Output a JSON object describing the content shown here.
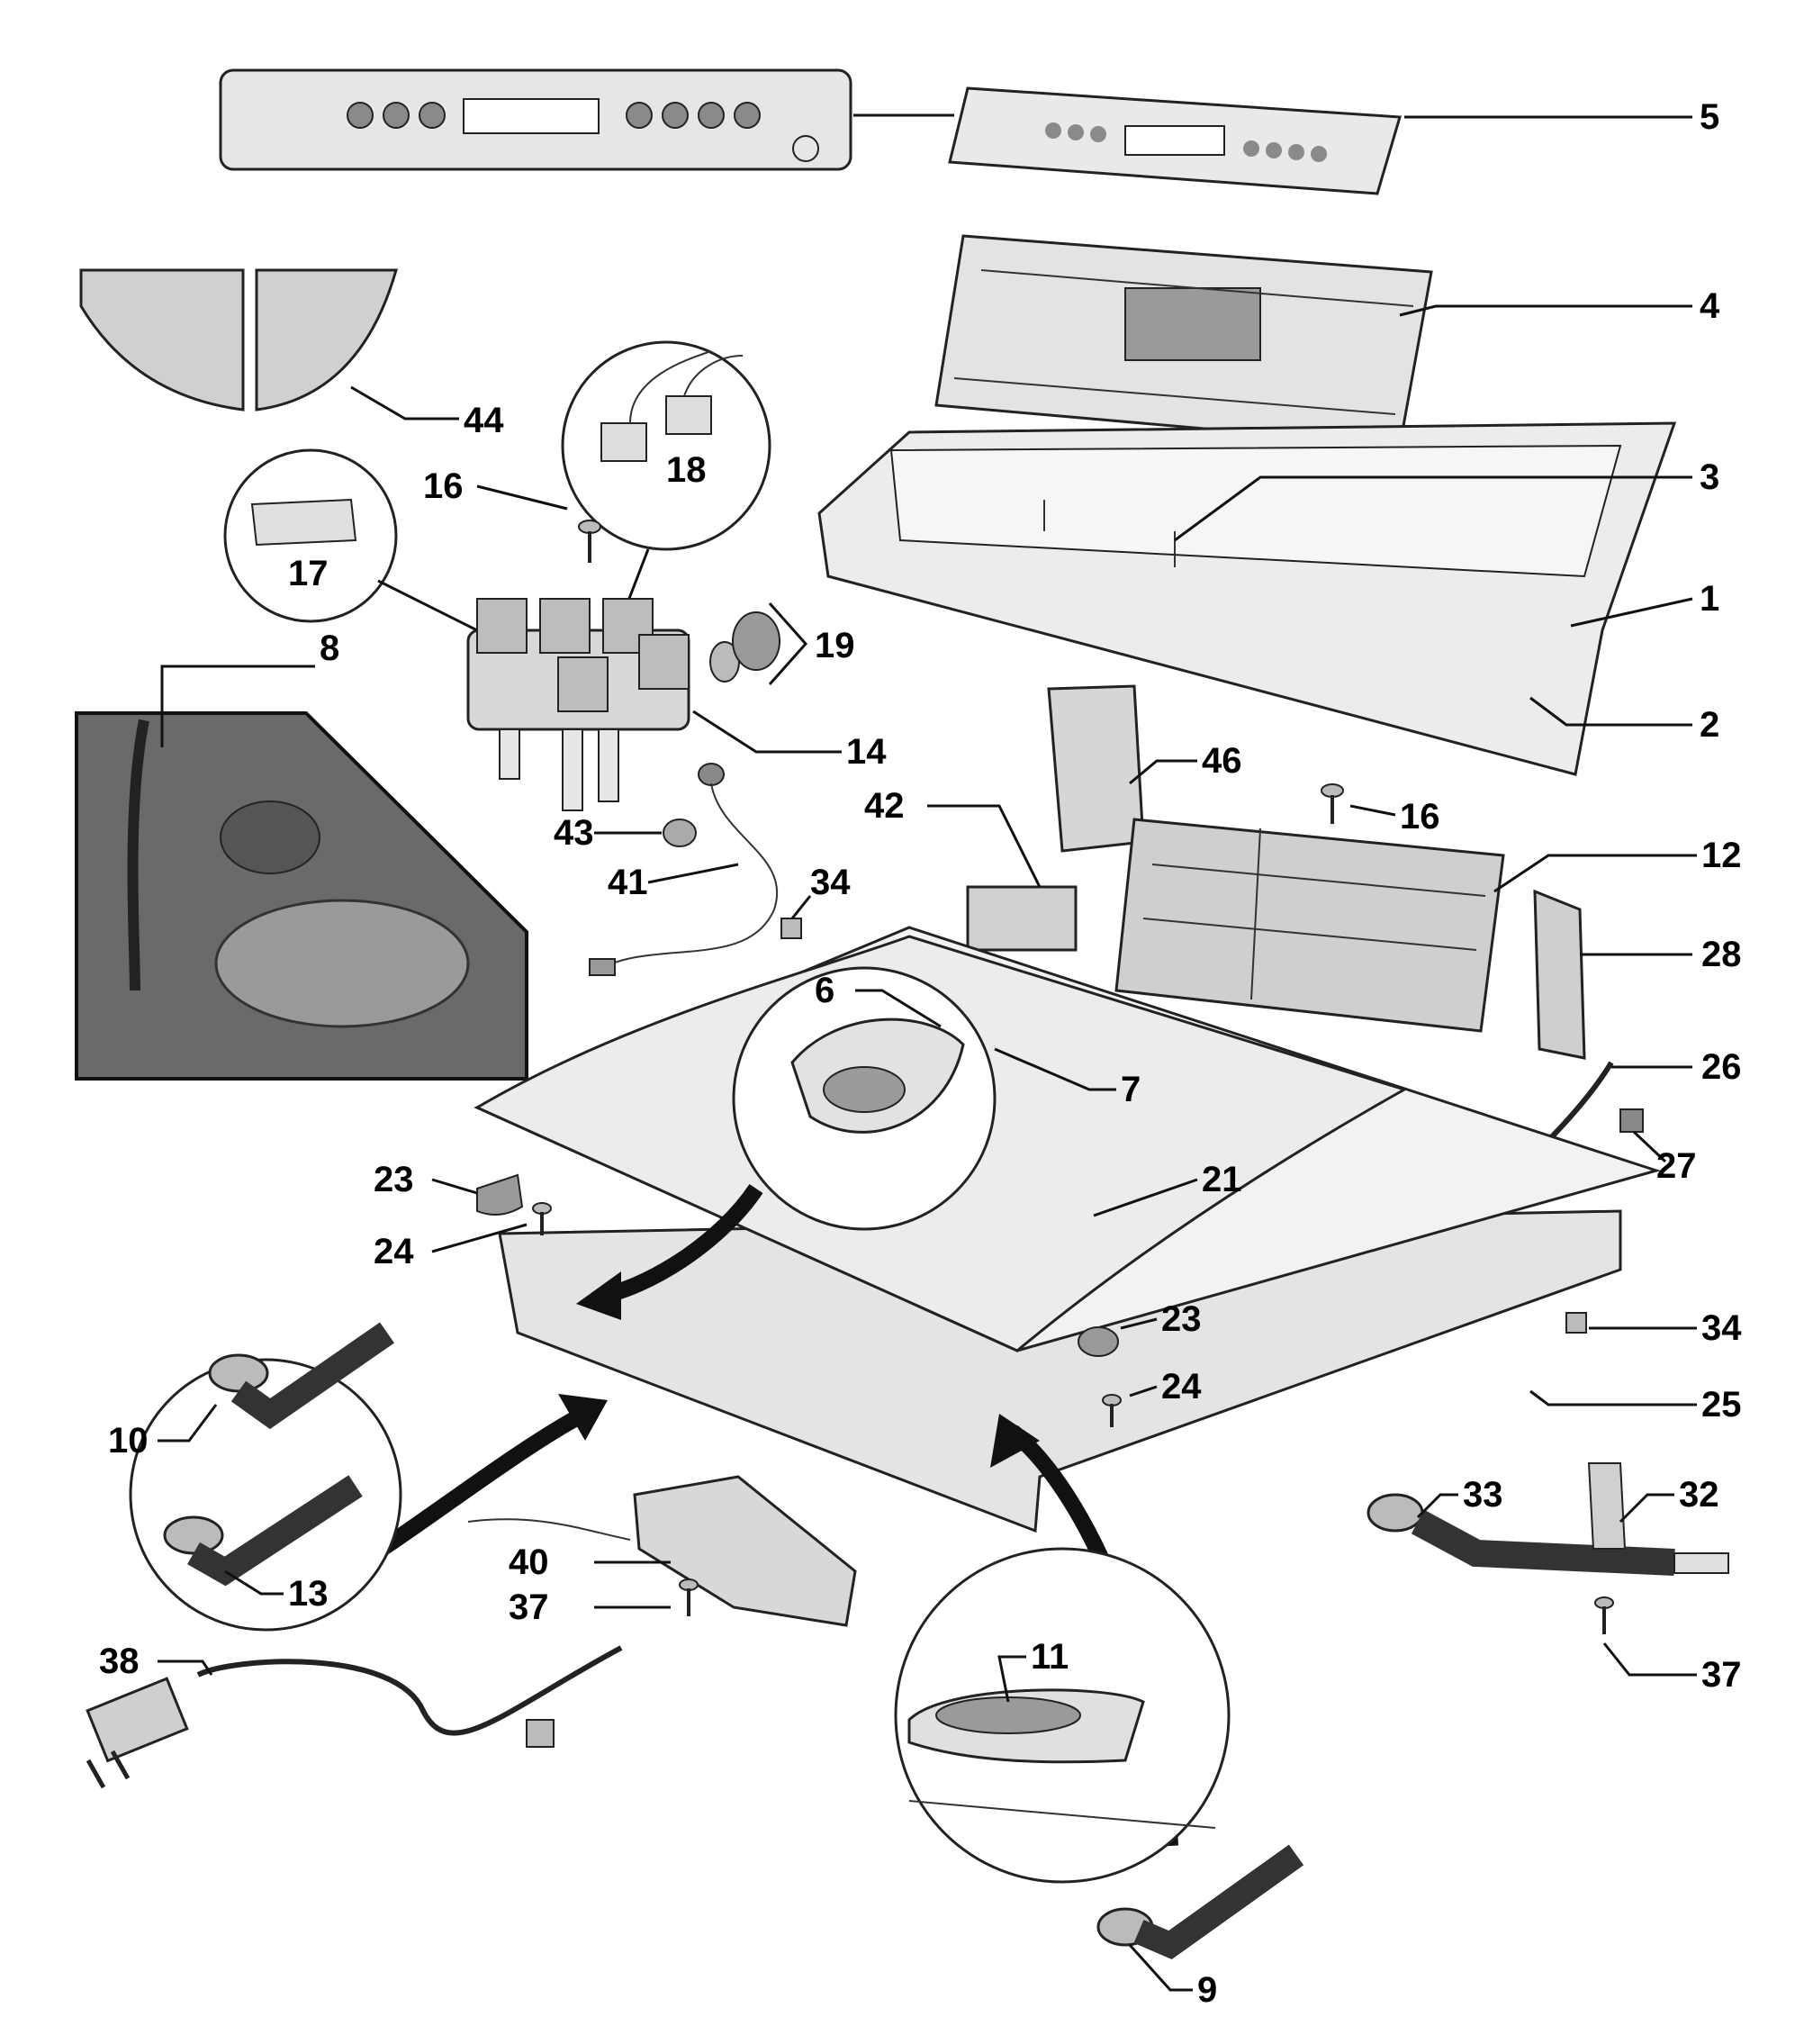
{
  "diagram": {
    "type": "exploded-parts-diagram",
    "colors": {
      "line": "#111111",
      "part_fill": "#e6e6e6",
      "part_dark": "#8a8a8a",
      "photo_bg": "#6a6a6a",
      "background": "#ffffff"
    },
    "callouts": [
      {
        "id": "lbl-1",
        "text": "1"
      },
      {
        "id": "lbl-2",
        "text": "2"
      },
      {
        "id": "lbl-3",
        "text": "3"
      },
      {
        "id": "lbl-4",
        "text": "4"
      },
      {
        "id": "lbl-5",
        "text": "5"
      },
      {
        "id": "lbl-6",
        "text": "6"
      },
      {
        "id": "lbl-7",
        "text": "7"
      },
      {
        "id": "lbl-8",
        "text": "8"
      },
      {
        "id": "lbl-9",
        "text": "9"
      },
      {
        "id": "lbl-10",
        "text": "10"
      },
      {
        "id": "lbl-11",
        "text": "11"
      },
      {
        "id": "lbl-12",
        "text": "12"
      },
      {
        "id": "lbl-13",
        "text": "13"
      },
      {
        "id": "lbl-14",
        "text": "14"
      },
      {
        "id": "lbl-16a",
        "text": "16"
      },
      {
        "id": "lbl-16b",
        "text": "16"
      },
      {
        "id": "lbl-17",
        "text": "17"
      },
      {
        "id": "lbl-18",
        "text": "18"
      },
      {
        "id": "lbl-19",
        "text": "19"
      },
      {
        "id": "lbl-21",
        "text": "21"
      },
      {
        "id": "lbl-23a",
        "text": "23"
      },
      {
        "id": "lbl-23b",
        "text": "23"
      },
      {
        "id": "lbl-24a",
        "text": "24"
      },
      {
        "id": "lbl-24b",
        "text": "24"
      },
      {
        "id": "lbl-25",
        "text": "25"
      },
      {
        "id": "lbl-26",
        "text": "26"
      },
      {
        "id": "lbl-27",
        "text": "27"
      },
      {
        "id": "lbl-28",
        "text": "28"
      },
      {
        "id": "lbl-32",
        "text": "32"
      },
      {
        "id": "lbl-33",
        "text": "33"
      },
      {
        "id": "lbl-34a",
        "text": "34"
      },
      {
        "id": "lbl-34b",
        "text": "34"
      },
      {
        "id": "lbl-37a",
        "text": "37"
      },
      {
        "id": "lbl-37b",
        "text": "37"
      },
      {
        "id": "lbl-38",
        "text": "38"
      },
      {
        "id": "lbl-40",
        "text": "40"
      },
      {
        "id": "lbl-41",
        "text": "41"
      },
      {
        "id": "lbl-42",
        "text": "42"
      },
      {
        "id": "lbl-43",
        "text": "43"
      },
      {
        "id": "lbl-44",
        "text": "44"
      },
      {
        "id": "lbl-46",
        "text": "46"
      }
    ]
  }
}
